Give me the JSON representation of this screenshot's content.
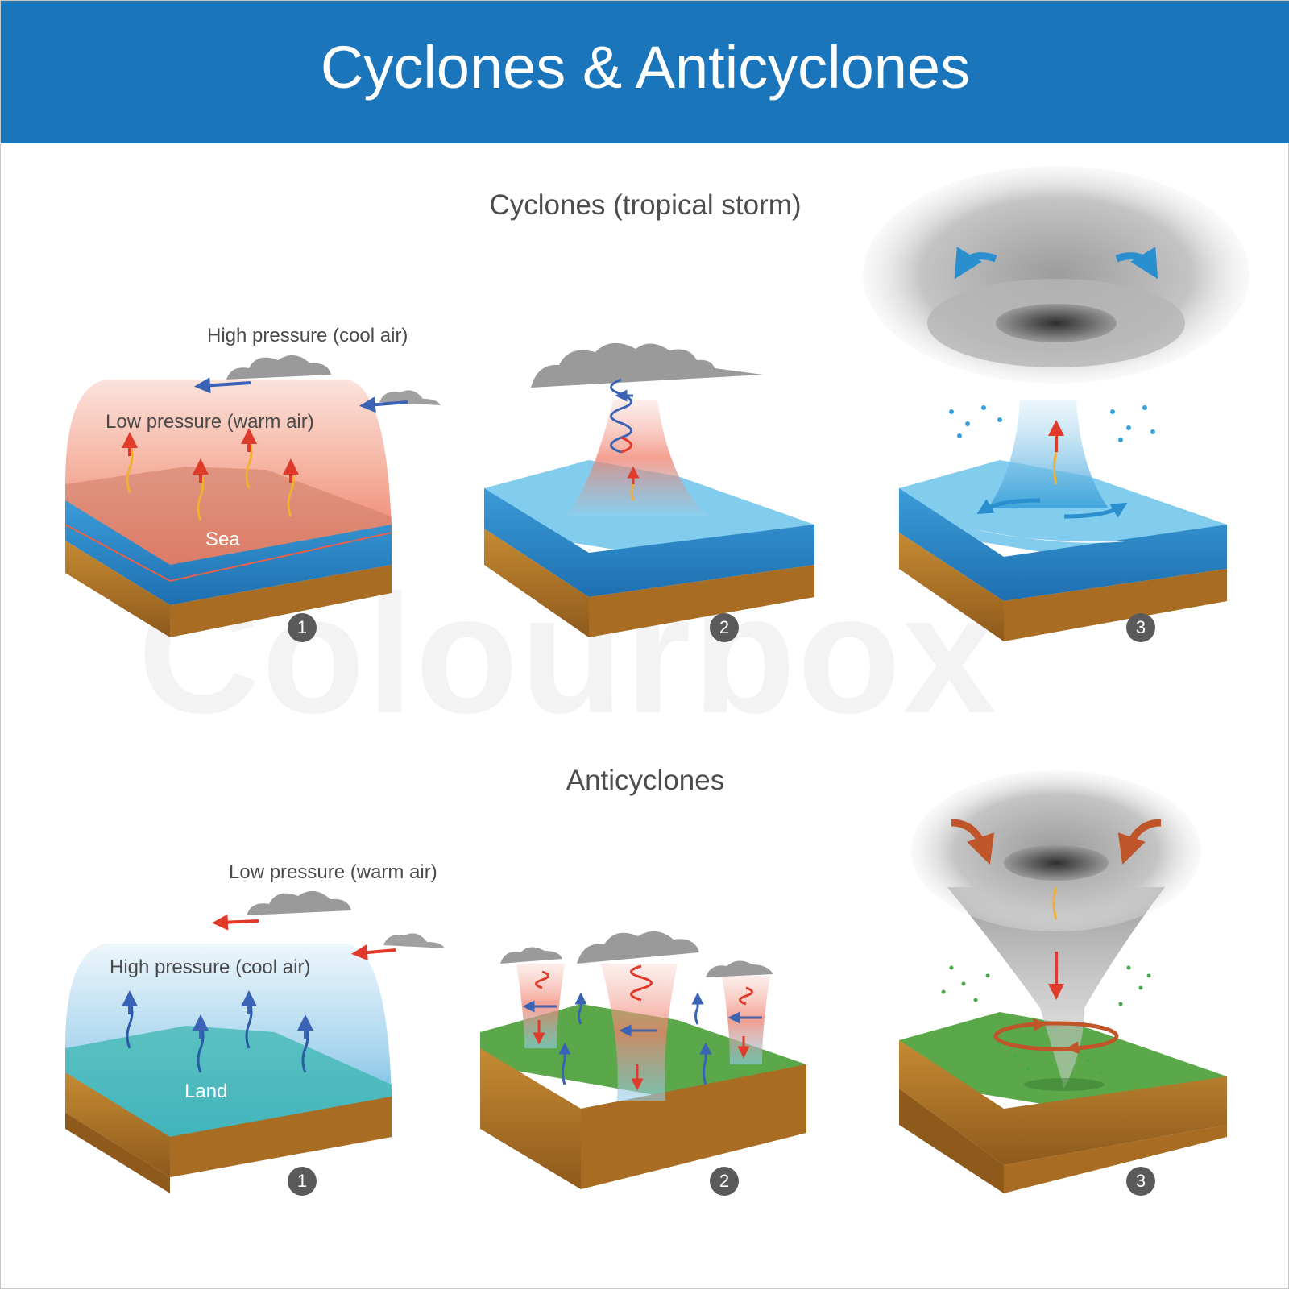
{
  "title": "Cyclones & Anticyclones",
  "watermark": "Colourbox",
  "cyclones": {
    "heading": "Cyclones (tropical storm)",
    "high_label": "High pressure (cool air)",
    "low_label": "Low pressure (warm air)",
    "surface_label": "Sea",
    "steps": [
      "1",
      "2",
      "3"
    ]
  },
  "anticyclones": {
    "heading": "Anticyclones",
    "low_label": "Low pressure (warm air)",
    "high_label": "High pressure (cool air)",
    "surface_label": "Land",
    "steps": [
      "1",
      "2",
      "3"
    ]
  },
  "colors": {
    "banner": "#1a75bb",
    "sea": "#2a8fcf",
    "land": "#3bb07a",
    "grass": "#5aa84a",
    "soil": "#b07a2a",
    "warm": "#e03a2a",
    "cool": "#3a62b5"
  }
}
